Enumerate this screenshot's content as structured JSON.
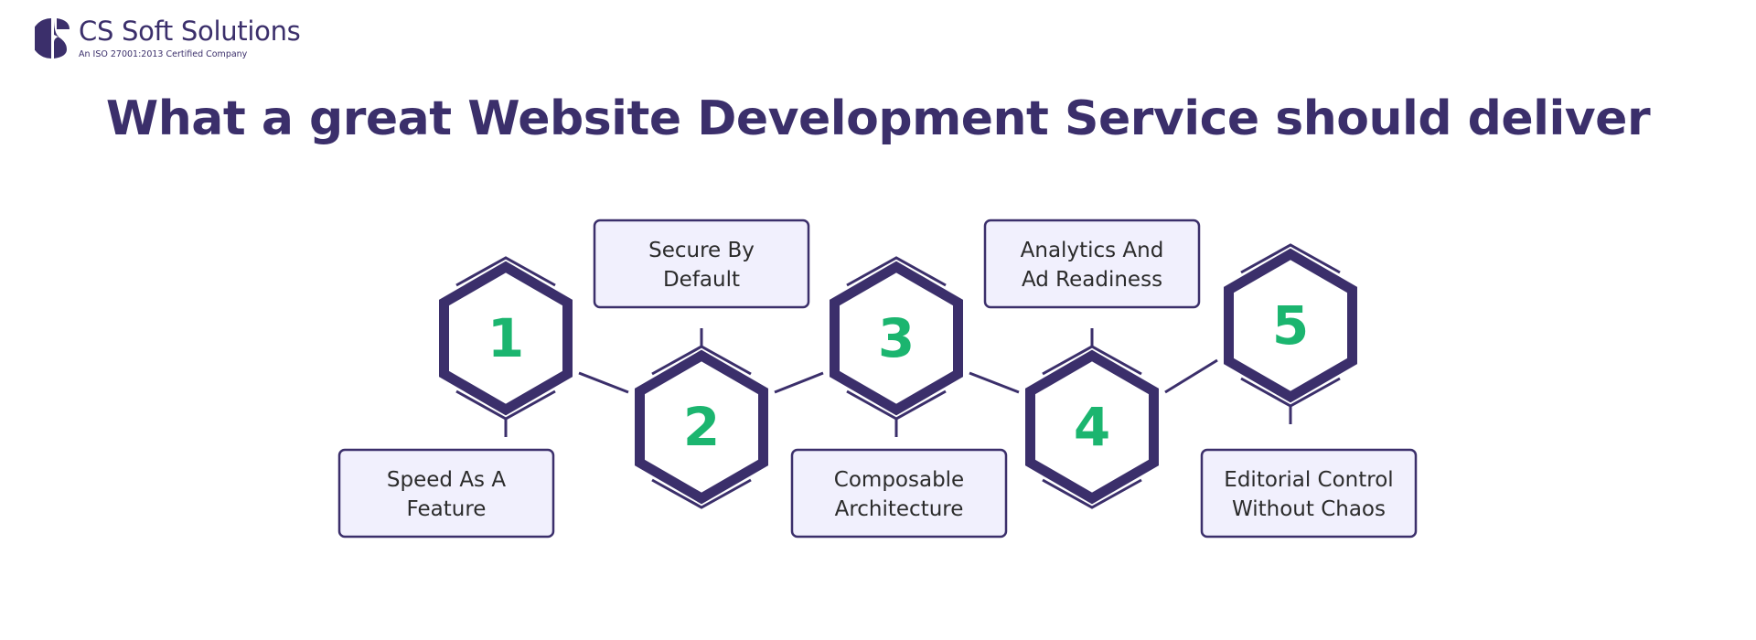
{
  "logo": {
    "name": "CS Soft Solutions",
    "tagline": "An ISO 27001:2013 Certified Company"
  },
  "title": "What a great Website Development Service should deliver",
  "colors": {
    "primary": "#3b2f6b",
    "accent": "#1bb56f",
    "box_fill": "#f1f0fd"
  },
  "steps": [
    {
      "number": "1",
      "lines": [
        "Speed As A",
        "Feature"
      ]
    },
    {
      "number": "2",
      "lines": [
        "Secure By",
        "Default"
      ]
    },
    {
      "number": "3",
      "lines": [
        "Composable",
        "Architecture"
      ]
    },
    {
      "number": "4",
      "lines": [
        "Analytics And",
        "Ad Readiness"
      ]
    },
    {
      "number": "5",
      "lines": [
        "Editorial Control",
        "Without Chaos"
      ]
    }
  ]
}
